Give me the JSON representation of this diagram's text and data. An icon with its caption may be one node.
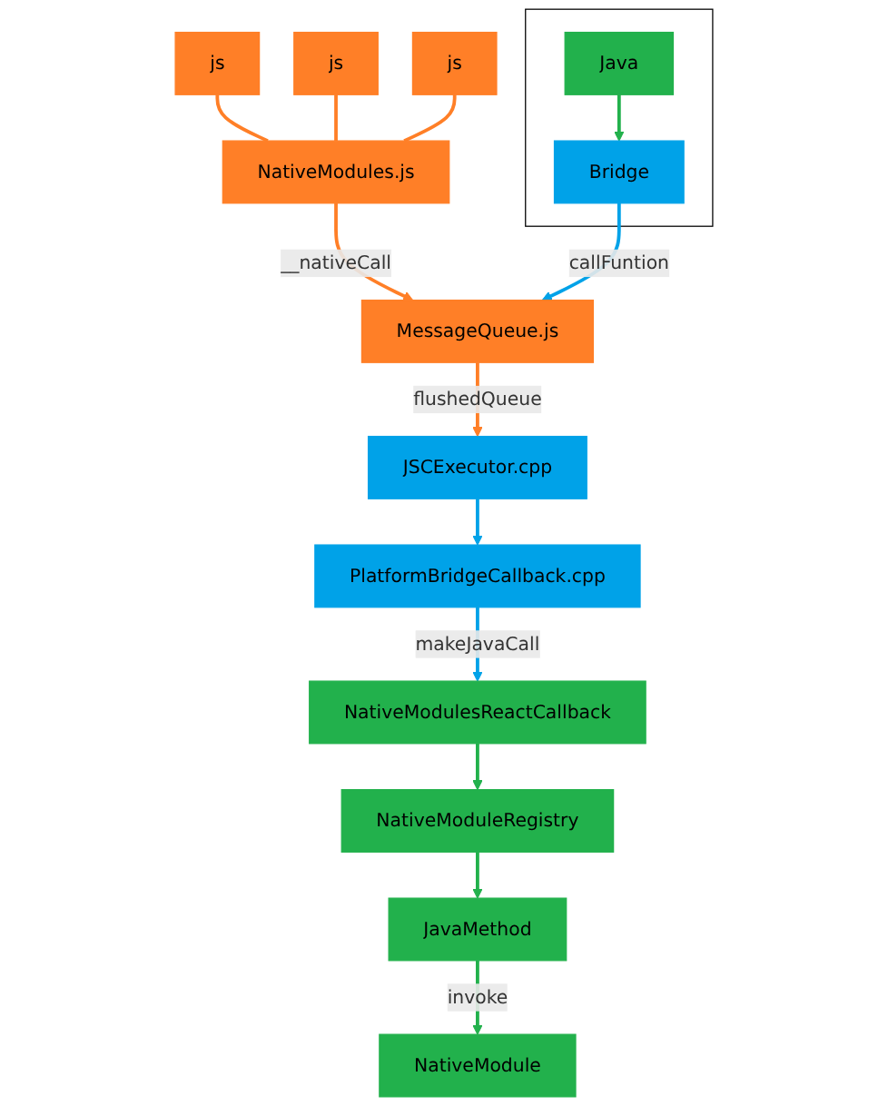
{
  "diagram": {
    "nodes": [
      {
        "text": [],
        "shape": "box"
      },
      {
        "text": [
          "Java"
        ],
        "in": 0
      },
      {
        "text": [
          "Bridge"
        ],
        "in": 0
      },
      {
        "text": [
          "js"
        ]
      },
      {
        "text": [
          "js"
        ]
      },
      {
        "text": [
          "js"
        ]
      },
      {
        "text": [
          "NativeModules.js"
        ]
      },
      {
        "text": [
          "MessageQueue.js"
        ]
      },
      {
        "text": [
          "JSCExecutor.cpp"
        ]
      },
      {
        "text": [
          "PlatformBridgeCallback.cpp"
        ]
      },
      {
        "text": [
          "NativeModulesReactCallback"
        ]
      },
      {
        "text": [
          "NativeModuleRegistry"
        ]
      },
      {
        "text": [
          "JavaMethod"
        ]
      },
      {
        "text": [
          "NativeModule"
        ]
      }
    ],
    "edges": [
      {
        "from": 1,
        "to": 2,
        "arrow": "to",
        "color": "#22b14c"
      },
      {
        "from": 3,
        "to": 6,
        "arrow": "none"
      },
      {
        "from": 4,
        "to": 6,
        "arrow": "none"
      },
      {
        "from": 5,
        "to": 6,
        "arrow": "none"
      },
      {
        "from": 6,
        "to": 7,
        "label": "__nativeCall",
        "arrow": "to"
      },
      {
        "from": 2,
        "to": 7,
        "label": "callFuntion",
        "arrow": "to",
        "color": "#00a2e8"
      },
      {
        "from": 7,
        "to": 8,
        "label": "flushedQueue",
        "arrow": "to"
      },
      {
        "from": 8,
        "to": 9,
        "arrow": "to",
        "color": "#00a2e8"
      },
      {
        "from": 9,
        "to": 10,
        "label": "makeJavaCall",
        "arrow": "to",
        "color": "#00a2e8"
      },
      {
        "from": 10,
        "to": 11,
        "arrow": "to",
        "color": "#22b14c"
      },
      {
        "from": 11,
        "to": 12,
        "arrow": "to",
        "color": "#22b14c"
      },
      {
        "from": 12,
        "to": 13,
        "label": "invoke",
        "arrow": "to",
        "color": "#22b14c"
      }
    ]
  }
}
